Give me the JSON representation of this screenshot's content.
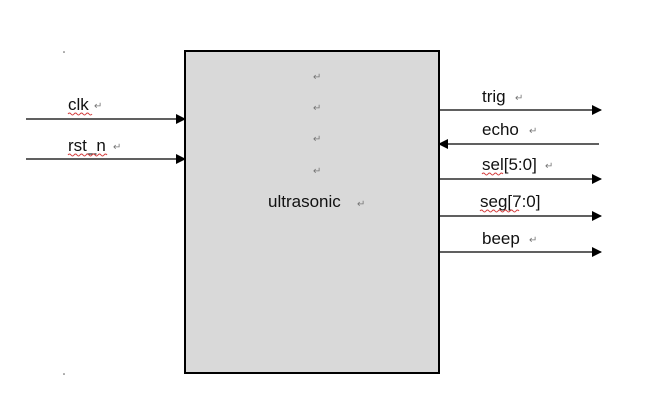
{
  "module": {
    "name": "ultrasonic",
    "fill": "#d9d9d9",
    "border": "#000000"
  },
  "inputs": [
    {
      "label": "clk"
    },
    {
      "label": "rst_n"
    }
  ],
  "right_ports": [
    {
      "label": "trig",
      "direction": "output"
    },
    {
      "label": "echo",
      "direction": "input"
    },
    {
      "label": "sel[5:0]",
      "direction": "output"
    },
    {
      "label": "seg[7:0]",
      "direction": "output"
    },
    {
      "label": "beep",
      "direction": "output"
    }
  ],
  "paragraph_mark": "↵"
}
